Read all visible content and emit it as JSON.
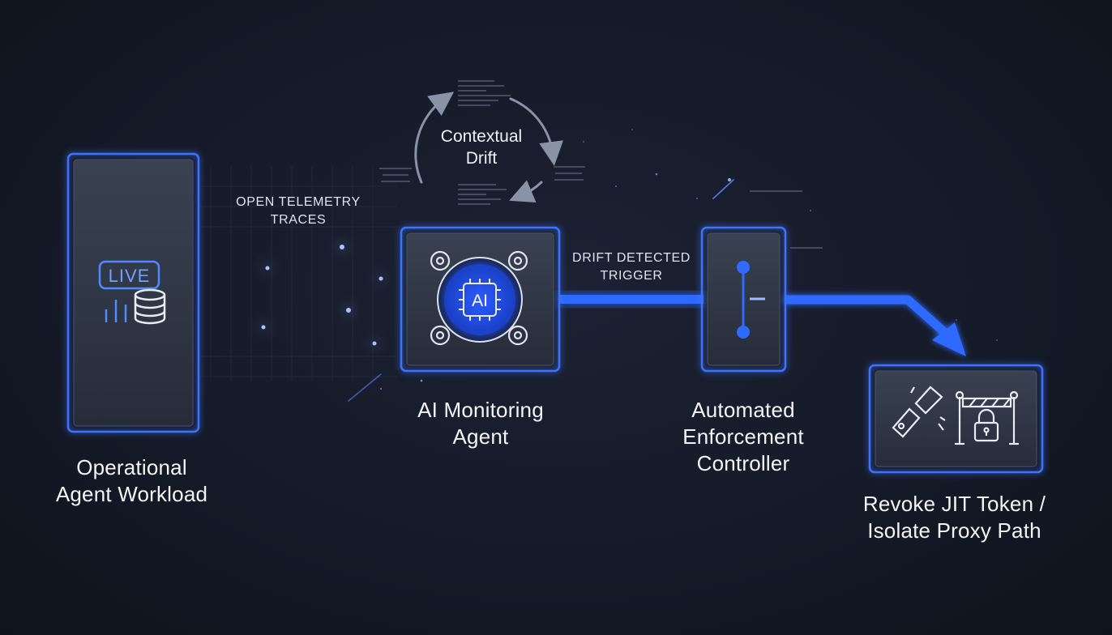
{
  "colors": {
    "accent": "#2f6bff",
    "accent_glow": "#4f8bff",
    "panel_fill": "#2a3140",
    "background": "#151a28"
  },
  "nodes": {
    "workload": {
      "label_lines": [
        "Operational",
        "Agent Workload"
      ],
      "badge_text": "LIVE",
      "icons": [
        "bar-chart-icon",
        "database-icon"
      ]
    },
    "monitor": {
      "label_lines": [
        "AI Monitoring",
        "Agent"
      ],
      "chip_text": "AI",
      "icons": [
        "gear-icon",
        "ai-chip-icon"
      ]
    },
    "controller": {
      "label_lines": [
        "Automated",
        "Enforcement",
        "Controller"
      ],
      "icons": [
        "toggle-switch-icon"
      ]
    },
    "action": {
      "label_lines": [
        "Revoke JIT Token /",
        "Isolate Proxy Path"
      ],
      "icons": [
        "broken-token-icon",
        "barrier-gate-icon",
        "padlock-icon"
      ]
    }
  },
  "edges": {
    "telemetry": {
      "label_lines": [
        "OPEN TELEMETRY",
        "TRACES"
      ]
    },
    "trigger": {
      "label_lines": [
        "DRIFT DETECTED",
        "TRIGGER"
      ]
    }
  },
  "cycle": {
    "label_lines": [
      "Contextual",
      "Drift"
    ]
  }
}
